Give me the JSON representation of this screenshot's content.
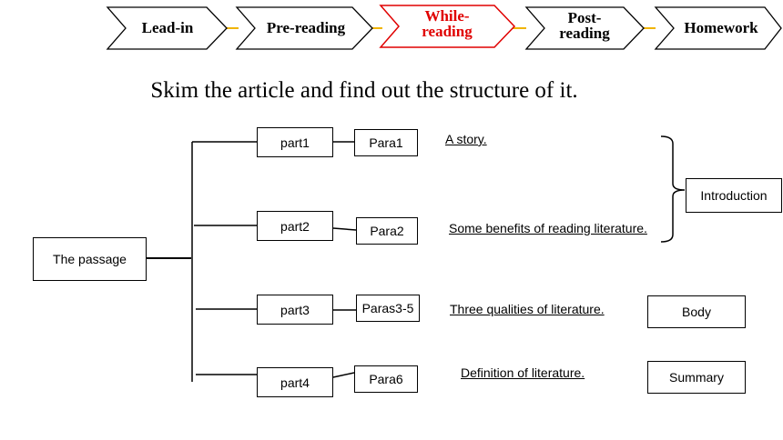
{
  "nav": {
    "steps": [
      {
        "label": "Lead-in",
        "active": false
      },
      {
        "label": "Pre-reading",
        "active": false
      },
      {
        "label": "While-\nreading",
        "active": true
      },
      {
        "label": "Post-\nreading",
        "active": false
      },
      {
        "label": "Homework",
        "active": false
      }
    ],
    "active_color": "#e00000",
    "connector_color": "#f0b400"
  },
  "heading": "Skim the article and find out the structure of it.",
  "diagram": {
    "root": "The passage",
    "parts": [
      {
        "part": "part1",
        "para": "Para1",
        "desc": "A story."
      },
      {
        "part": "part2",
        "para": "Para2",
        "desc": "Some benefits of reading literature."
      },
      {
        "part": "part3",
        "para": "Paras3-5",
        "desc": "Three qualities of literature."
      },
      {
        "part": "part4",
        "para": "Para6",
        "desc": "Definition of literature."
      }
    ],
    "sections": {
      "introduction": "Introduction",
      "body": "Body",
      "summary": "Summary"
    }
  }
}
